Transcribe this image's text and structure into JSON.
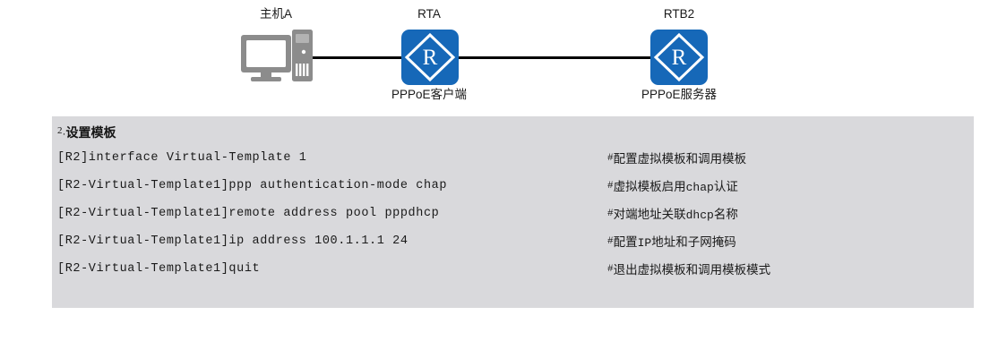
{
  "topology": {
    "nodes": [
      {
        "id": "host-a",
        "top_label": "主机A",
        "bottom_label": "",
        "icon": "desktop-pc-icon"
      },
      {
        "id": "rta",
        "top_label": "RTA",
        "bottom_label": "PPPoE客户端",
        "icon": "router-icon"
      },
      {
        "id": "rtb2",
        "top_label": "RTB2",
        "bottom_label": "PPPoE服务器",
        "icon": "router-icon"
      }
    ],
    "links": [
      {
        "from": "host-a",
        "to": "rta"
      },
      {
        "from": "rta",
        "to": "rtb2"
      }
    ],
    "router_glyph": "R"
  },
  "config": {
    "step_number": "2",
    "step_separator": "·",
    "heading": "设置模板",
    "lines": [
      {
        "command": "[R2]interface Virtual-Template 1",
        "note_hash": "#",
        "note": "配置虚拟模板和调用模板"
      },
      {
        "command": "[R2-Virtual-Template1]ppp authentication-mode chap",
        "note_hash": "#",
        "note_pre": "虚拟模板启用",
        "note_mono": "chap",
        "note_post": "认证"
      },
      {
        "command": "[R2-Virtual-Template1]remote address pool pppdhcp",
        "note_hash": "#",
        "note_pre": "对端地址关联",
        "note_mono": "dhcp",
        "note_post": "名称"
      },
      {
        "command": "[R2-Virtual-Template1]ip address 100.1.1.1 24",
        "note_hash": "#",
        "note_pre": "配置",
        "note_mono": "IP",
        "note_post": "地址和子网掩码"
      },
      {
        "command": "[R2-Virtual-Template1]quit",
        "note_hash": "#",
        "note": "退出虚拟模板和调用模板模式"
      }
    ]
  },
  "colors": {
    "router_blue": "#1668b8",
    "panel_gray": "#d9d9dc",
    "host_gray": "#8c8c8c",
    "link_black": "#000000",
    "text": "#1a1a1a"
  }
}
